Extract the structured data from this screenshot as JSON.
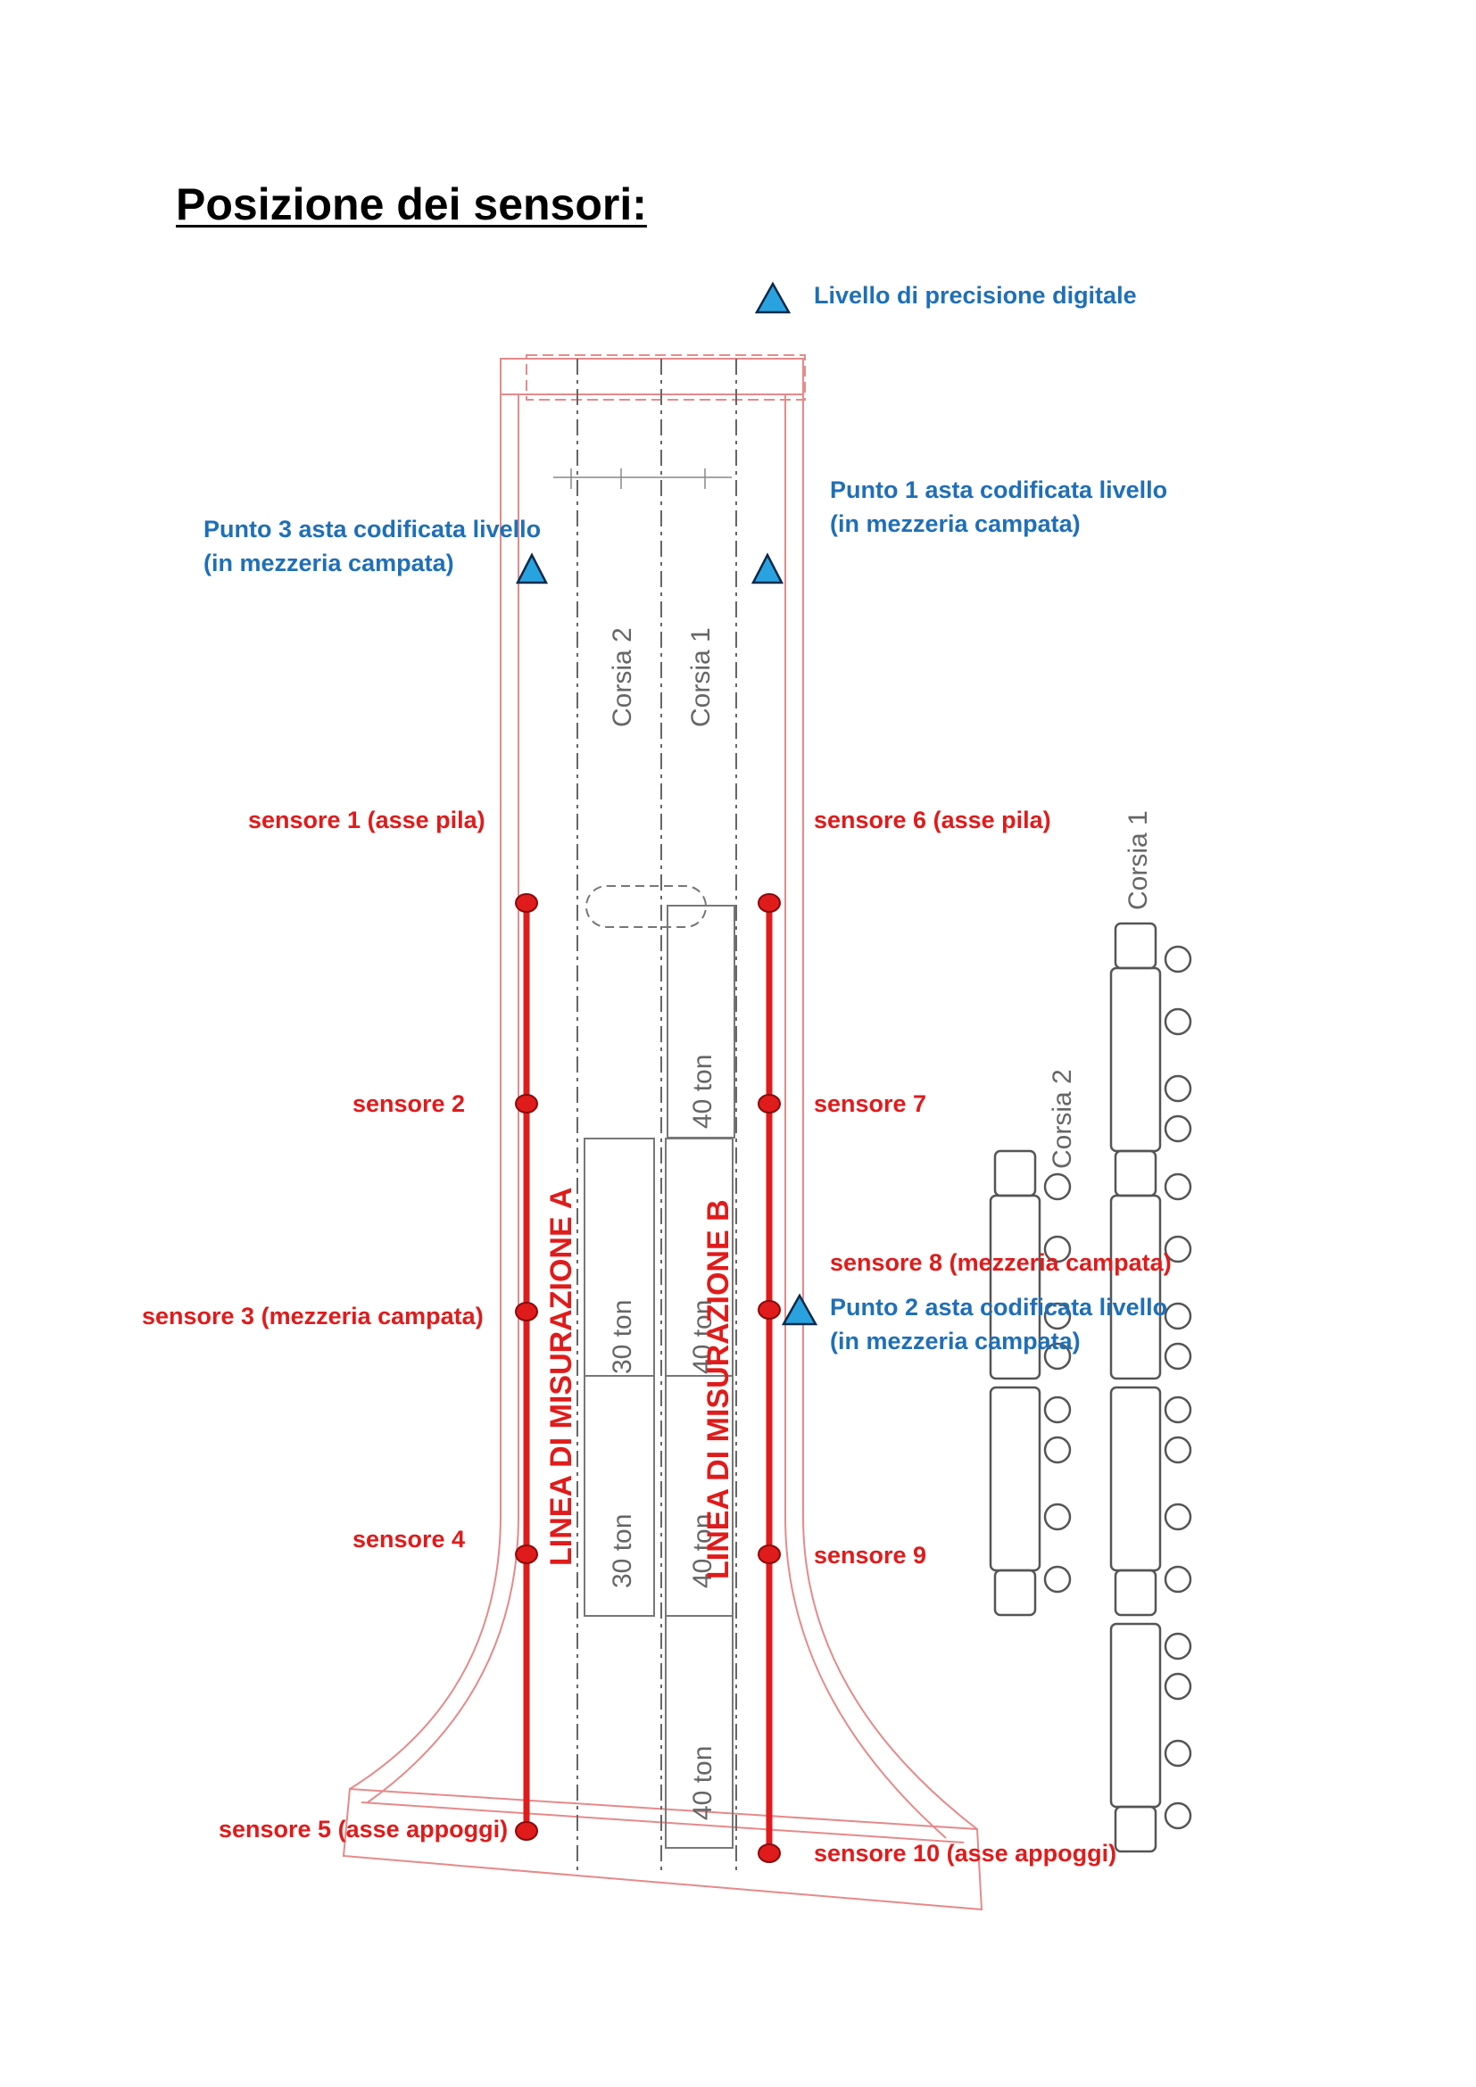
{
  "title": "Posizione dei sensori:",
  "legend": {
    "level_label": "Livello di precisione digitale"
  },
  "points": {
    "p1": {
      "line1": "Punto 1 asta codificata livello",
      "line2": "(in mezzeria campata)"
    },
    "p2": {
      "line1": "Punto 2 asta codificata livello",
      "line2": "(in mezzeria campata)"
    },
    "p3": {
      "line1": "Punto 3 asta codificata livello",
      "line2": "(in mezzeria campata)"
    }
  },
  "sensors": {
    "s1": "sensore 1 (asse pila)",
    "s2": "sensore 2",
    "s3": "sensore 3 (mezzeria campata)",
    "s4": "sensore 4",
    "s5": "sensore 5 (asse appoggi)",
    "s6": "sensore 6 (asse pila)",
    "s7": "sensore 7",
    "s8": "sensore 8 (mezzeria campata)",
    "s9": "sensore 9",
    "s10": "sensore 10 (asse appoggi)"
  },
  "lines": {
    "a": "LINEA DI MISURAZIONE A",
    "b": "LINEA DI MISURAZIONE B"
  },
  "lanes": {
    "lane2": "Corsia 2",
    "lane1": "Corsia 1"
  },
  "loads": {
    "t30": "30 ton",
    "t40": "40 ton"
  },
  "colors": {
    "sensor_red": "#e01b1b",
    "level_blue": "#29a3e0",
    "text_blue": "#1f6fb8",
    "outline_red": "#e58a8a"
  }
}
